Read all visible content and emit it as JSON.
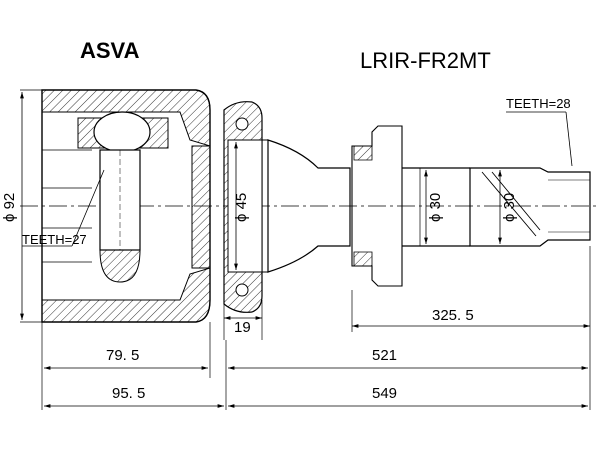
{
  "brand": "ASVA",
  "part_number": "LRIR-FR2MT",
  "labels": {
    "teeth_outer": "TEETH=27",
    "teeth_spline": "TEETH=28",
    "dia_housing": "ϕ 92",
    "dia_shaft": "ϕ 45",
    "dia_mid": "ϕ 30",
    "dia_end": "ϕ 30",
    "width_flange": "19",
    "len_spline": "325. 5",
    "len_housing": "79. 5",
    "len_shaft": "521",
    "len_housing_total": "95. 5",
    "len_total": "549"
  }
}
